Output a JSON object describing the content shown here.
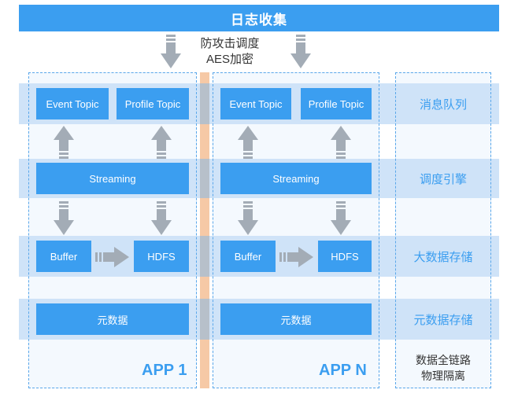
{
  "header": {
    "title": "日志收集"
  },
  "center": {
    "line1": "防攻击调度",
    "line2": "AES加密"
  },
  "apps": [
    {
      "name": "APP 1",
      "topic_a": "Event Topic",
      "topic_b": "Profile Topic",
      "streaming": "Streaming",
      "buffer": "Buffer",
      "hdfs": "HDFS",
      "meta": "元数据"
    },
    {
      "name": "APP N",
      "topic_a": "Event Topic",
      "topic_b": "Profile Topic",
      "streaming": "Streaming",
      "buffer": "Buffer",
      "hdfs": "HDFS",
      "meta": "元数据"
    }
  ],
  "layers": {
    "mq": "消息队列",
    "engine": "调度引擎",
    "bigdata": "大数据存储",
    "meta": "元数据存储",
    "isolation_line1": "数据全链路",
    "isolation_line2": "物理隔离"
  },
  "colors": {
    "primary": "#3b9ef0",
    "band": "#cfe3f8",
    "arrow": "#a3acb6",
    "divider": "#f6c9a6"
  }
}
